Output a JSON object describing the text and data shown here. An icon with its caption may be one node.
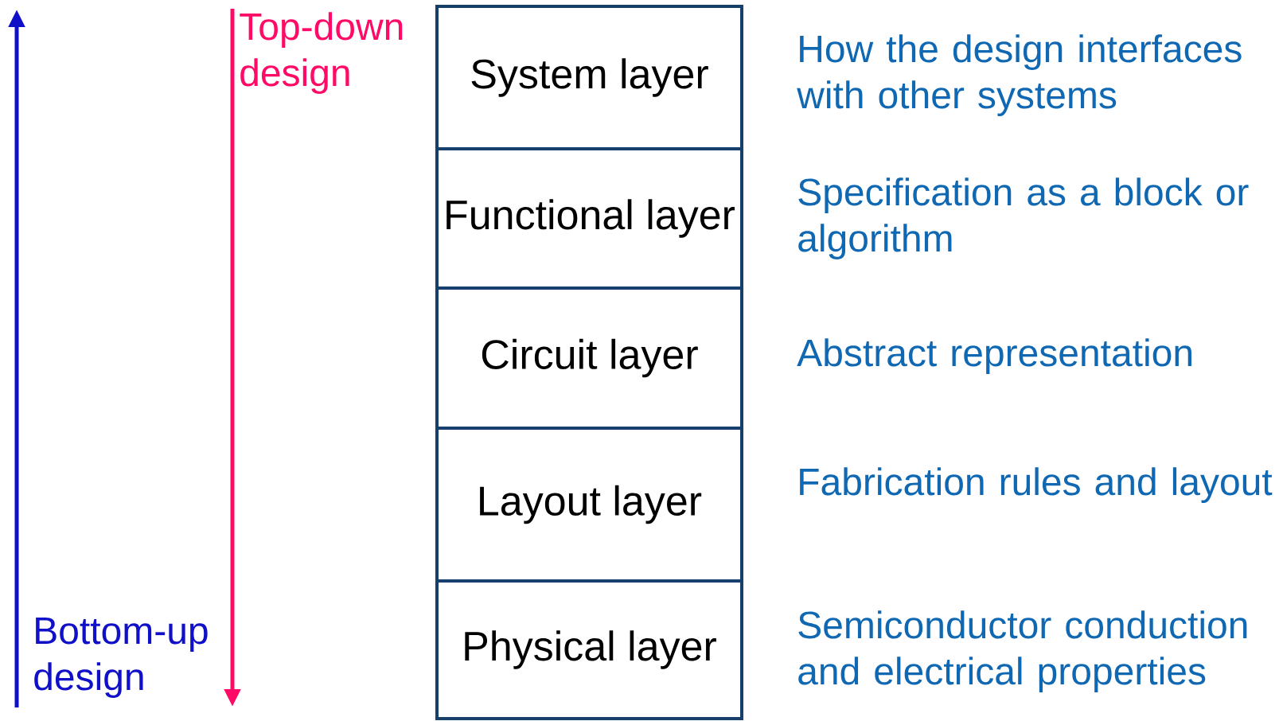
{
  "diagram": {
    "nodes": [
      {
        "text": [
          "System layer"
        ],
        "beside": [
          "How the design interfaces with other systems"
        ]
      },
      {
        "text": [
          "Functional layer"
        ],
        "beside": [
          "Specification as a block or algorithm"
        ]
      },
      {
        "text": [
          "Circuit layer"
        ],
        "beside": [
          "Abstract representation"
        ]
      },
      {
        "text": [
          "Layout layer"
        ],
        "beside": [
          "Fabrication rules and layout"
        ]
      },
      {
        "text": [
          "Physical layer"
        ],
        "beside": [
          "Semiconductor conduction and electrical properties"
        ]
      }
    ],
    "edges": [],
    "labels": [
      "Top-down design",
      "Bottom-up design"
    ]
  }
}
